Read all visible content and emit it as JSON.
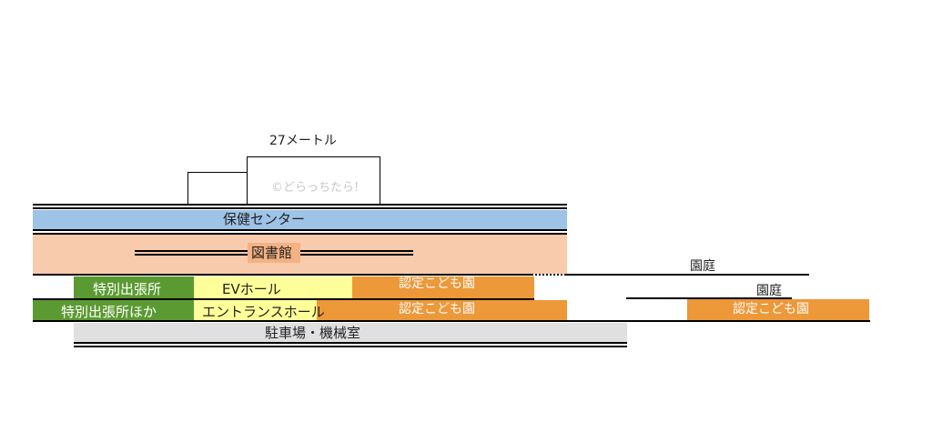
{
  "diagram": {
    "height_label": "27メートル",
    "watermark": "©どらっちたら!",
    "health_center": "保健センター",
    "library": "図書館",
    "branch_office": "特別出張所",
    "ev_hall": "EVホール",
    "nursery_upper": "認定こども園",
    "garden_upper": "園庭",
    "garden_lower": "園庭",
    "branch_office_etc": "特別出張所ほか",
    "entrance_hall": "エントランスホール",
    "nursery_lower": "認定こども園",
    "nursery_right": "認定こども園",
    "parking": "駐車場・機械室"
  },
  "colors": {
    "health_center": "#9dc3e6",
    "library": "#f8cbad",
    "library_label_bg": "#f4b183",
    "branch_office": "#5b9a32",
    "ev_hall": "#ffff99",
    "nursery": "#ed9839",
    "parking": "#e0e0e0"
  }
}
